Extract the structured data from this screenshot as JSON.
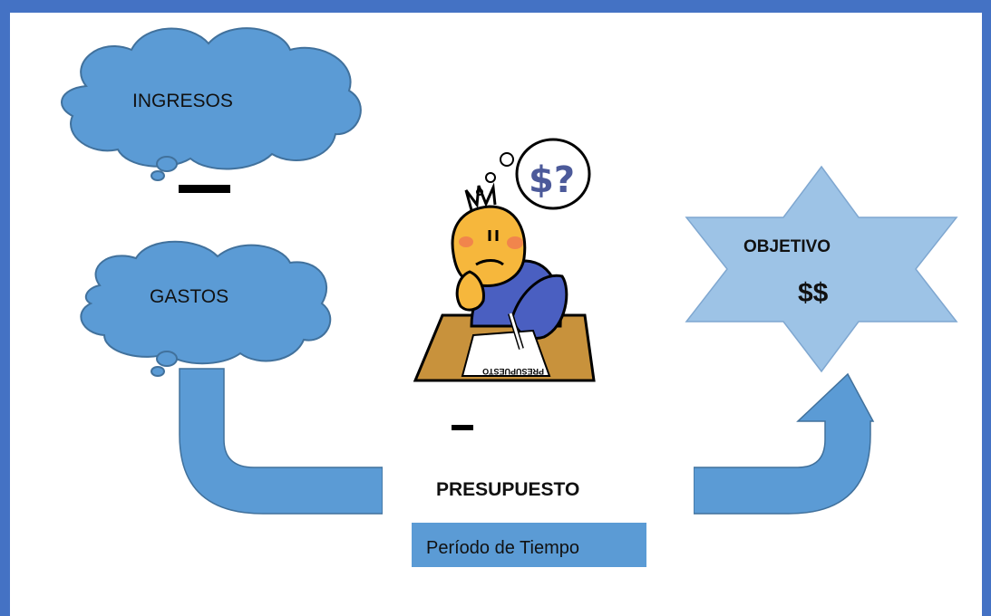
{
  "diagram": {
    "ingresos": "INGRESOS",
    "gastos": "GASTOS",
    "objetivo": "OBJETIVO",
    "objetivo_sub": "$$",
    "presupuesto": "PRESUPUESTO",
    "periodo": "Período de Tiempo",
    "paper_text": "PRESUPUESTO",
    "thought_text": "$?",
    "colors": {
      "frame": "#4472c4",
      "cloud_fill": "#5b9bd5",
      "cloud_stroke": "#41719c",
      "star_fill": "#9dc3e6",
      "arrow_fill": "#5b9bd5",
      "desk": "#c8923c",
      "shirt": "#4a5fc1",
      "face": "#f6b73c"
    }
  }
}
